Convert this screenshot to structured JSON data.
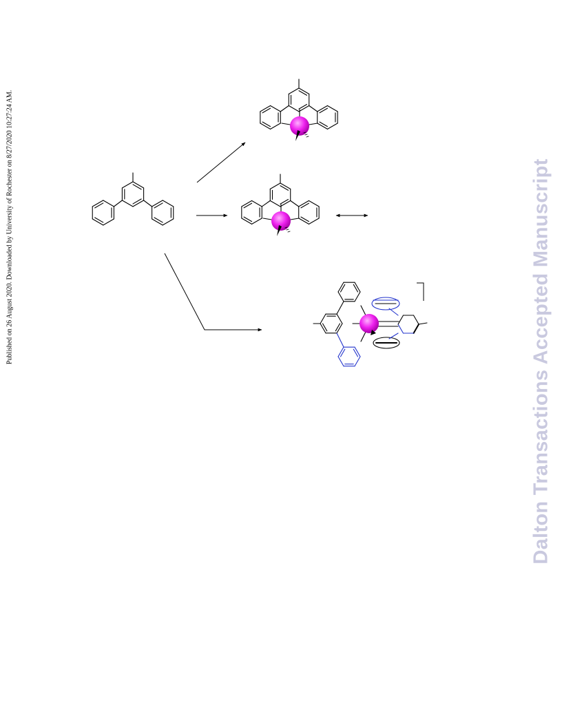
{
  "margin_note": {
    "text": "Published on 26 August 2020. Downloaded by University of Rochester on 8/27/2020 10:27:24 AM."
  },
  "watermark": {
    "text": "Dalton Transactions Accepted Manuscript"
  },
  "colors": {
    "metal": "#ee22ee",
    "nitrogen": "#2233cc",
    "bond": "#000000",
    "watermark": "#c9c9df"
  },
  "scheme": {
    "ligand": "4'-methyl-2,2':6',2''-terpyridine",
    "products": [
      "tridentate-complex-upper",
      "tridentate-complex-middle",
      "bis-terpyridine-complex"
    ]
  }
}
